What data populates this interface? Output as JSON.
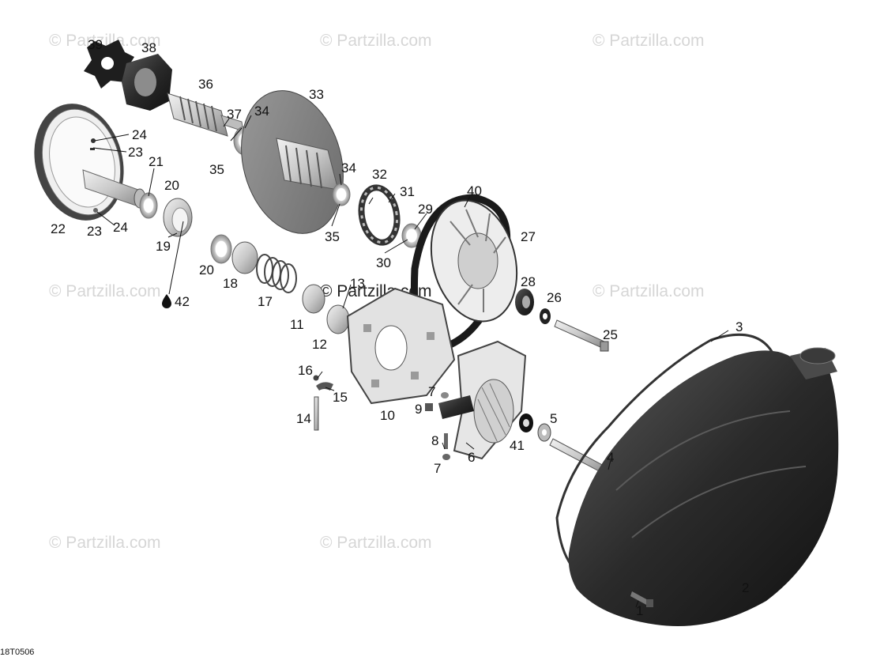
{
  "watermark": "© Partzilla.com",
  "drawing_code": "18T0506",
  "callouts": [
    {
      "id": "c39",
      "text": "39"
    },
    {
      "id": "c38",
      "text": "38"
    },
    {
      "id": "c36",
      "text": "36"
    },
    {
      "id": "c37",
      "text": "37"
    },
    {
      "id": "c34a",
      "text": "34"
    },
    {
      "id": "c33",
      "text": "33"
    },
    {
      "id": "c24a",
      "text": "24"
    },
    {
      "id": "c23a",
      "text": "23"
    },
    {
      "id": "c21",
      "text": "21"
    },
    {
      "id": "c20a",
      "text": "20"
    },
    {
      "id": "c35a",
      "text": "35"
    },
    {
      "id": "c34b",
      "text": "34"
    },
    {
      "id": "c32",
      "text": "32"
    },
    {
      "id": "c31",
      "text": "31"
    },
    {
      "id": "c40",
      "text": "40"
    },
    {
      "id": "c22",
      "text": "22"
    },
    {
      "id": "c23b",
      "text": "23"
    },
    {
      "id": "c24b",
      "text": "24"
    },
    {
      "id": "c19",
      "text": "19"
    },
    {
      "id": "c29",
      "text": "29"
    },
    {
      "id": "c27",
      "text": "27"
    },
    {
      "id": "c35b",
      "text": "35"
    },
    {
      "id": "c30",
      "text": "30"
    },
    {
      "id": "c20b",
      "text": "20"
    },
    {
      "id": "c18",
      "text": "18"
    },
    {
      "id": "c13",
      "text": "13"
    },
    {
      "id": "c28",
      "text": "28"
    },
    {
      "id": "c26",
      "text": "26"
    },
    {
      "id": "c42",
      "text": "42"
    },
    {
      "id": "c17",
      "text": "17"
    },
    {
      "id": "c11",
      "text": "11"
    },
    {
      "id": "c12",
      "text": "12"
    },
    {
      "id": "c25",
      "text": "25"
    },
    {
      "id": "c3",
      "text": "3"
    },
    {
      "id": "c16",
      "text": "16"
    },
    {
      "id": "c15",
      "text": "15"
    },
    {
      "id": "c7a",
      "text": "7"
    },
    {
      "id": "c9",
      "text": "9"
    },
    {
      "id": "c10",
      "text": "10"
    },
    {
      "id": "c14",
      "text": "14"
    },
    {
      "id": "c5",
      "text": "5"
    },
    {
      "id": "c41",
      "text": "41"
    },
    {
      "id": "c8",
      "text": "8"
    },
    {
      "id": "c6",
      "text": "6"
    },
    {
      "id": "c7b",
      "text": "7"
    },
    {
      "id": "c4",
      "text": "4"
    },
    {
      "id": "c2",
      "text": "2"
    },
    {
      "id": "c1",
      "text": "1"
    }
  ]
}
